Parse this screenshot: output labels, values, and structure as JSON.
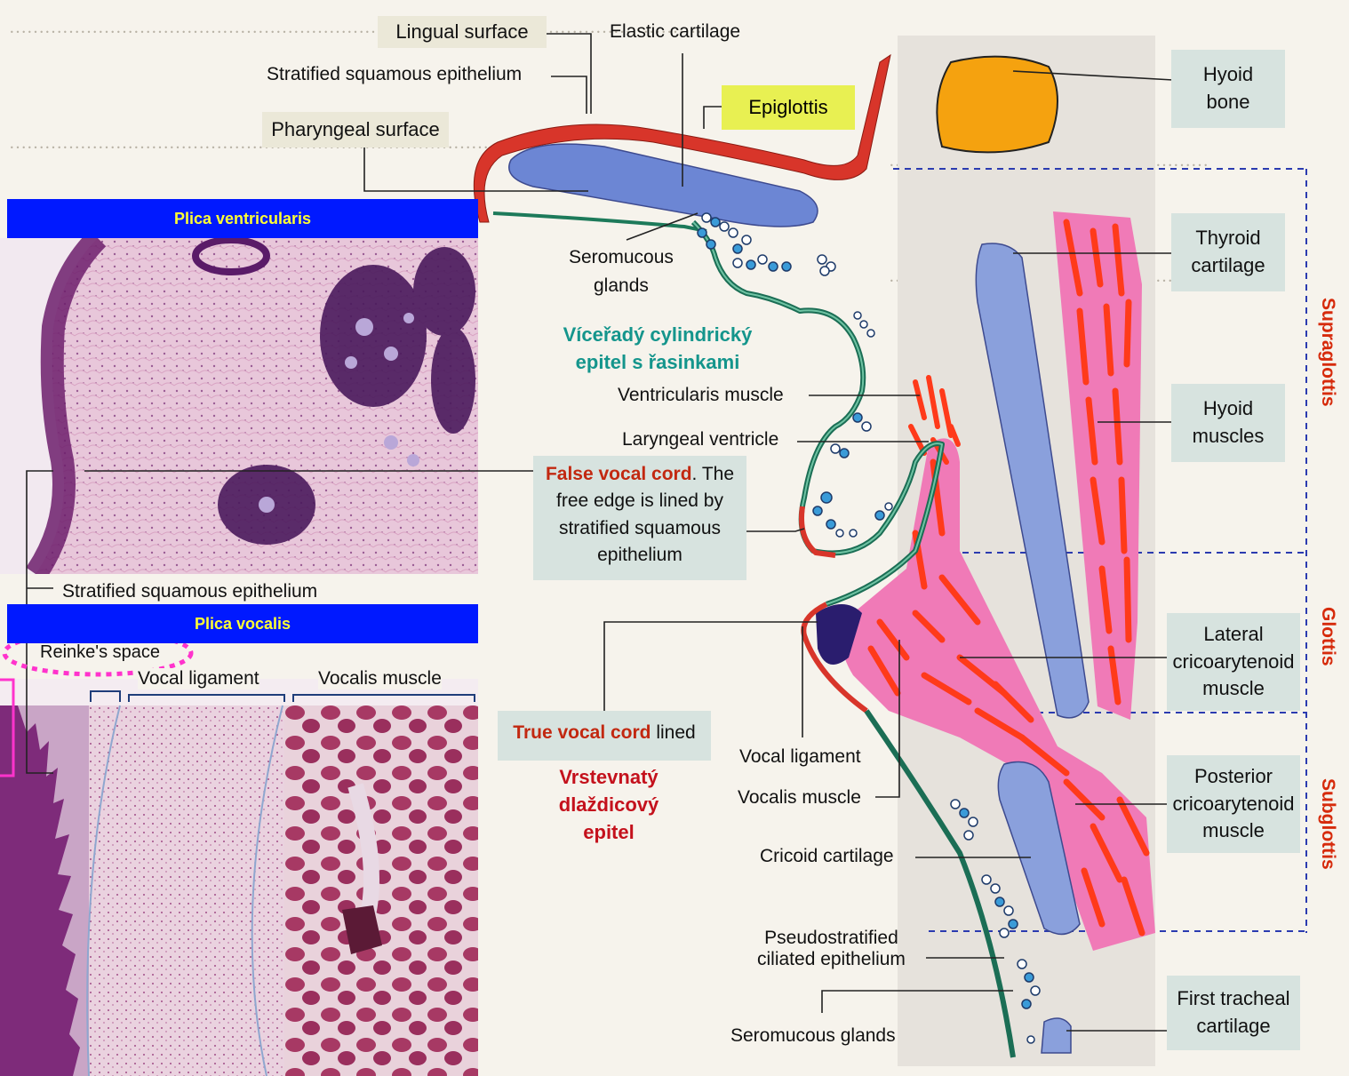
{
  "labels": {
    "lingual_surface": "Lingual surface",
    "elastic_cartilage": "Elastic cartilage",
    "stratified_squamous_top": "Stratified squamous epithelium",
    "pharyngeal_surface": "Pharyngeal surface",
    "epiglottis": "Epiglottis",
    "seromucous_line1": "Seromucous",
    "seromucous_line2": "glands",
    "ventricularis_muscle": "Ventricularis muscle",
    "laryngeal_ventricle": "Laryngeal ventricle",
    "false_vocal_cord_term": "False vocal cord",
    "false_vocal_cord_rest1": ". The",
    "false_vocal_cord_rest2": "free edge is lined by",
    "false_vocal_cord_rest3": "stratified squamous",
    "false_vocal_cord_rest4": "epithelium",
    "stratified_squamous_left": "Stratified squamous epithelium",
    "reinkes_space": "Reinke's space",
    "vocal_ligament_micro": "Vocal ligament",
    "vocalis_muscle_micro": "Vocalis muscle",
    "true_vocal_cord_term": "True vocal cord",
    "true_vocal_cord_rest": " lined",
    "vocal_ligament": "Vocal ligament",
    "vocalis_muscle": "Vocalis muscle",
    "cricoid_cartilage": "Cricoid cartilage",
    "pseudostratified_line1": "Pseudostratified",
    "pseudostratified_line2": "ciliated epithelium",
    "seromucous_bottom": "Seromucous glands"
  },
  "banners": {
    "plica_ventricularis": "Plica ventricularis",
    "plica_vocalis": "Plica vocalis"
  },
  "notes": {
    "ciliated_line1": "Víceřadý cylindrický",
    "ciliated_line2": "epitel s řasinkami",
    "stratified_line1": "Vrstevnatý",
    "stratified_line2": "dlaždicový",
    "stratified_line3": "epitel"
  },
  "boxes": {
    "hyoid_bone": "Hyoid\nbone",
    "thyroid_cartilage": "Thyroid\ncartilage",
    "hyoid_muscles": "Hyoid\nmuscles",
    "lateral_cricoarytenoid": "Lateral\ncricoarytenoid\nmuscle",
    "posterior_cricoarytenoid": "Posterior\ncricoarytenoid\nmuscle",
    "first_tracheal_cartilage": "First tracheal\ncartilage"
  },
  "regions": {
    "supraglottis": "Supraglottis",
    "glottis": "Glottis",
    "subglottis": "Subglottis"
  },
  "colors": {
    "banner_bg": "#0019ff",
    "banner_text": "#ffff33",
    "epiglottis_highlight": "#e8f052",
    "region_text": "#d62b0c",
    "ciliated_note": "#14958c",
    "stratified_note": "#c4111c",
    "cartilage_blue": "#8aa0dc",
    "muscle_pink": "#f07ab7",
    "muscle_fiber_red": "#ff3a1a",
    "hyoid_orange": "#f5a20f",
    "reinke_highlight": "#ff33cc"
  }
}
